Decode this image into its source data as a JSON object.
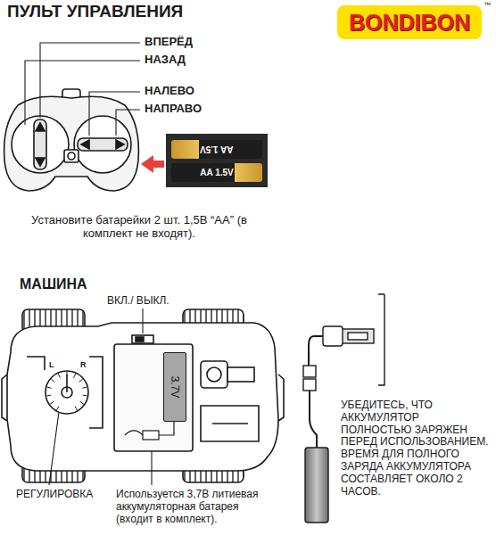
{
  "diagram": {
    "title": "ПУЛЬТ УПРАВЛЕНИЯ",
    "nodes": [
      {
        "text": [
          "BONDIBON"
        ]
      },
      {
        "text": [
          "AA 1.5V"
        ]
      },
      {
        "text": [
          "AA 1.5V"
        ]
      },
      {
        "text": [
          "3.7V"
        ]
      }
    ],
    "labels": [
      "™",
      "ВПЕРЁД",
      "НАЗАД",
      "НАЛЕВО",
      "НАПРАВО",
      "Установите батарейки 2 шт. 1,5В “AA” (в комплект не входят).",
      "МАШИНА",
      "ВКЛ./ ВЫКЛ.",
      "L",
      "R",
      "РЕГУЛИРОВКА",
      "Используется 3,7В литиевая аккумуляторная батарея (входит в комплект).",
      "УБЕДИТЕСЬ, ЧТО АККУМУЛЯТОР ПОЛНОСТЬЮ ЗАРЯЖЕН ПЕРЕД ИСПОЛЬЗОВАНИЕМ. ВРЕМЯ ДЛЯ ПОЛНОГО ЗАРЯДА АККУМУЛЯТОРА СОСТАВЛЯЕТ ОКОЛО 2 ЧАСОВ."
    ]
  }
}
